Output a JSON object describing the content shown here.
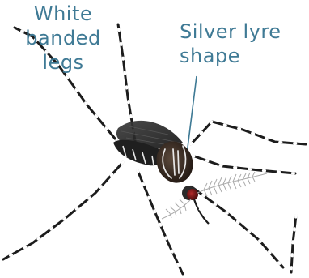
{
  "annotations": {
    "legs": {
      "lines": [
        "White",
        "banded",
        "legs"
      ]
    },
    "thorax": {
      "lines": [
        "Silver lyre",
        "shape"
      ]
    }
  },
  "colors": {
    "label_text": "#3f7a95",
    "leader_line": "#3f7a95",
    "leg_dark": "#1c1c1c",
    "leg_band": "#ffffff",
    "body_dark": "#2a2a2a",
    "body_brown": "#6b5a4a",
    "eye": "#8a1a1a",
    "wing": "#1e1e1e"
  },
  "icons": {
    "subject": "mosquito-illustration"
  }
}
